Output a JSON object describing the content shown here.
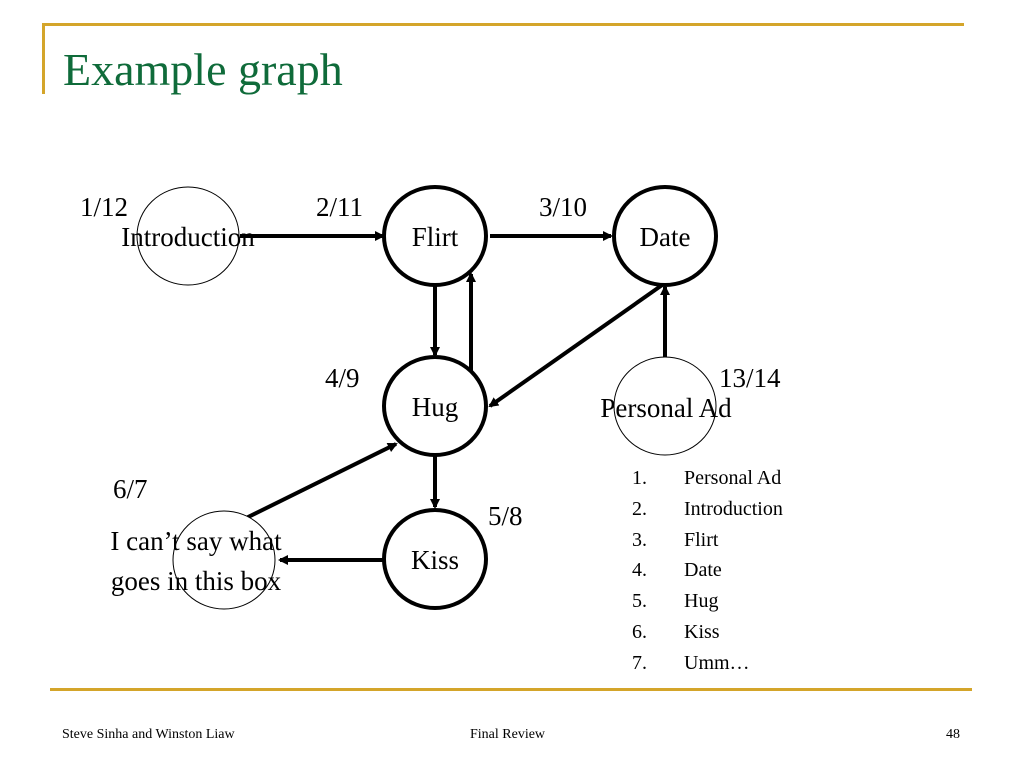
{
  "slide": {
    "title": "Example graph",
    "colors": {
      "frame": "#d4a52a",
      "title": "#0f6b3a",
      "node_outline": "#000000"
    }
  },
  "nodes": {
    "introduction": {
      "label": "Introduction",
      "times": "1/12"
    },
    "flirt": {
      "label": "Flirt",
      "times": "2/11"
    },
    "date": {
      "label": "Date",
      "times": "3/10"
    },
    "hug": {
      "label": "Hug",
      "times": "4/9"
    },
    "personal_ad": {
      "label": "Personal Ad",
      "times": "13/14"
    },
    "kiss": {
      "label": "Kiss",
      "times": "5/8"
    },
    "secret": {
      "line1": "I can’t say what",
      "line2": "goes in this box",
      "times": "6/7"
    }
  },
  "list": [
    {
      "num": "1.",
      "text": "Personal Ad"
    },
    {
      "num": "2.",
      "text": "Introduction"
    },
    {
      "num": "3.",
      "text": "Flirt"
    },
    {
      "num": "4.",
      "text": "Date"
    },
    {
      "num": "5.",
      "text": "Hug"
    },
    {
      "num": "6.",
      "text": "Kiss"
    },
    {
      "num": "7.",
      "text": "Umm…"
    }
  ],
  "footer": {
    "authors": "Steve Sinha and Winston Liaw",
    "center": "Final Review",
    "page": "48"
  }
}
